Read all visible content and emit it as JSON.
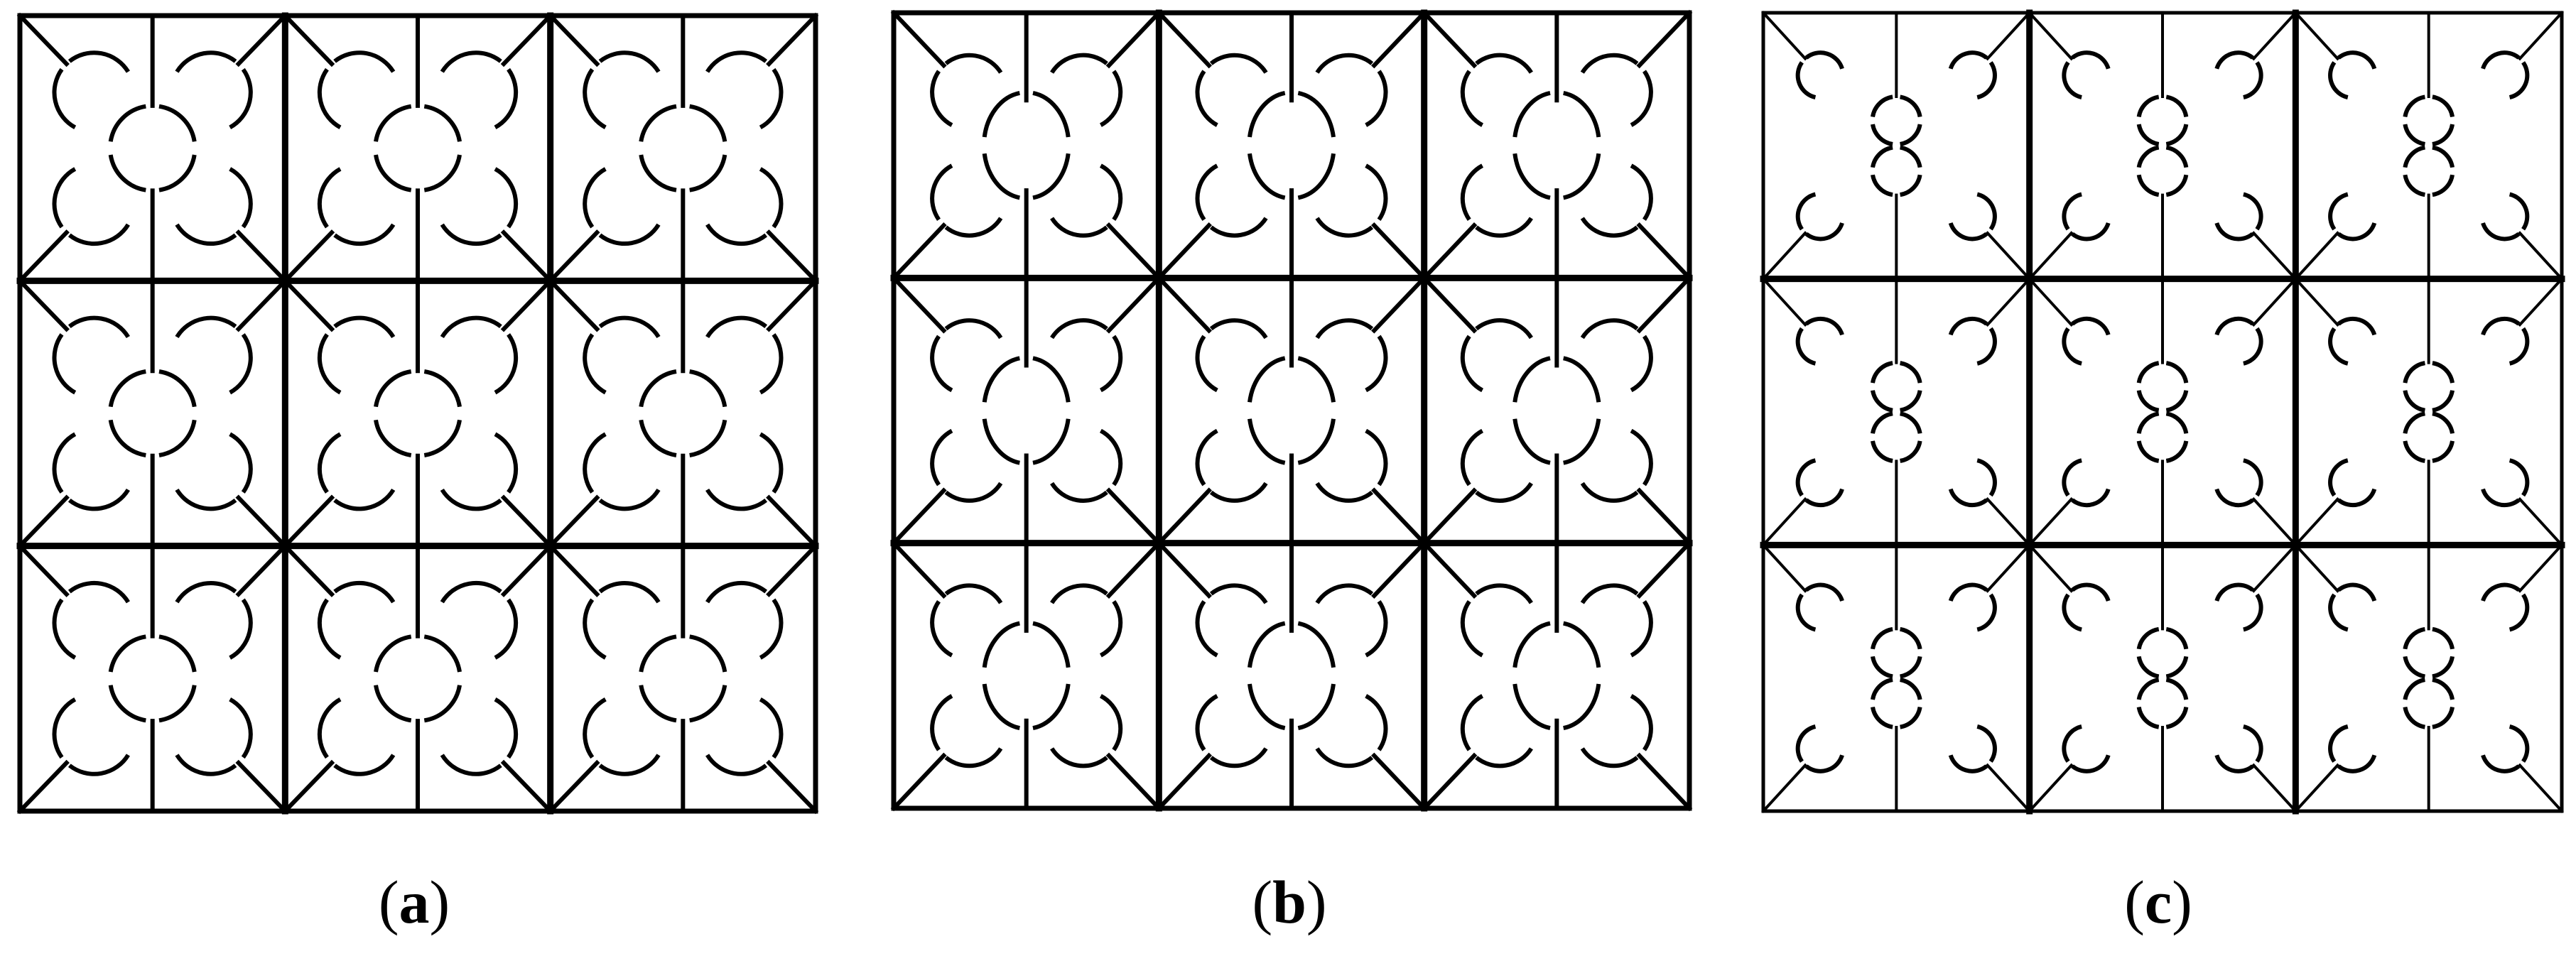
{
  "panels": [
    {
      "id": "a",
      "label": "a",
      "variant": "single-ring",
      "rows": 3,
      "cols": 3
    },
    {
      "id": "b",
      "label": "b",
      "variant": "oval-ring",
      "rows": 3,
      "cols": 3
    },
    {
      "id": "c",
      "label": "c",
      "variant": "double-small-ring",
      "rows": 3,
      "cols": 3
    }
  ],
  "colors": {
    "line": "#000000",
    "background": "#ffffff"
  }
}
